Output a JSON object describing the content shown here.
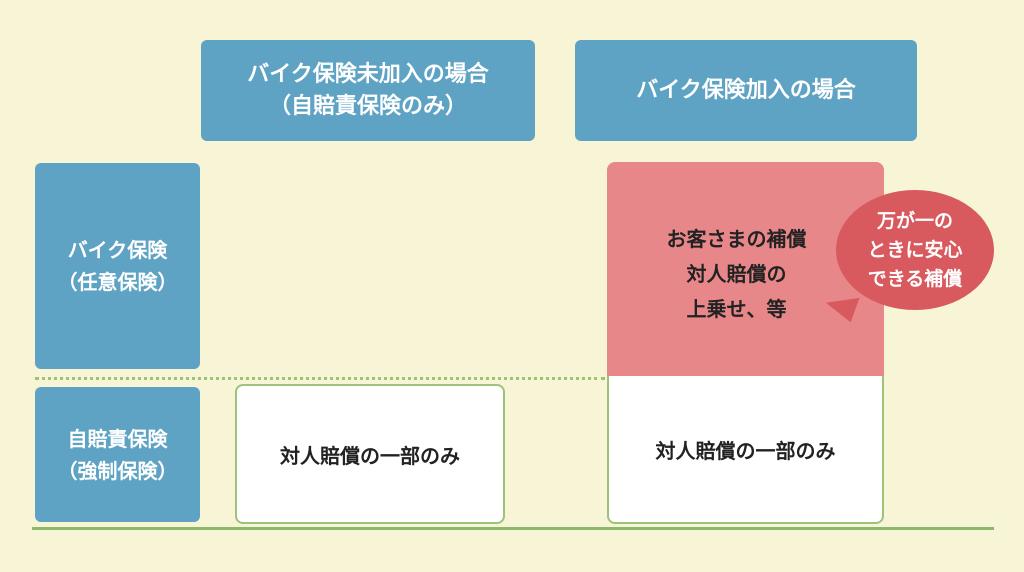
{
  "columns": {
    "uninsured": {
      "line1": "バイク保険未加入の場合",
      "line2": "（自賠責保険のみ）"
    },
    "insured": {
      "line1": "バイク保険加入の場合"
    }
  },
  "rows": {
    "optional": {
      "line1": "バイク保険",
      "line2": "（任意保険）"
    },
    "compulsory": {
      "line1": "自賠責保険",
      "line2": "（強制保険）"
    }
  },
  "cells": {
    "compulsory_uninsured": "対人賠償の一部のみ",
    "compulsory_insured": "対人賠償の一部のみ",
    "optional_insured": {
      "line1": "お客さまの補償",
      "line2": "対人賠償の",
      "line3": "上乗せ、等"
    }
  },
  "bubble": {
    "line1": "万が一の",
    "line2": "ときに安心",
    "line3": "できる補償"
  },
  "colors": {
    "background": "#f7f5d6",
    "header_blue": "#5fa3c4",
    "optional_pink": "#e8878a",
    "bubble_red": "#d95a5e",
    "border_green": "#9dc27a"
  }
}
